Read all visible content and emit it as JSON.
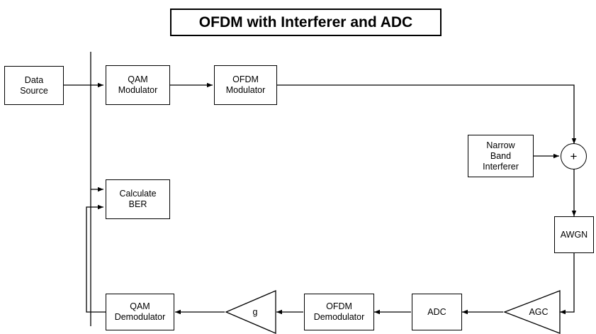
{
  "title": {
    "text": "OFDM with Interferer and ADC"
  },
  "blocks": {
    "data_source": {
      "line1": "Data",
      "line2": "Source"
    },
    "qam_modulator": {
      "line1": "QAM",
      "line2": "Modulator"
    },
    "ofdm_modulator": {
      "line1": "OFDM",
      "line2": "Modulator"
    },
    "narrow_band_interferer": {
      "line1": "Narrow",
      "line2": "Band",
      "line3": "Interferer"
    },
    "summer": {
      "symbol": "+"
    },
    "awgn": {
      "line1": "AWGN"
    },
    "agc": {
      "label": "AGC"
    },
    "adc": {
      "line1": "ADC"
    },
    "ofdm_demodulator": {
      "line1": "OFDM",
      "line2": "Demodulator"
    },
    "gain": {
      "label": "g"
    },
    "qam_demodulator": {
      "line1": "QAM",
      "line2": "Demodulator"
    },
    "calculate_ber": {
      "line1": "Calculate",
      "line2": "BER"
    }
  },
  "style": {
    "stroke": "#000000",
    "fill": "#ffffff"
  }
}
